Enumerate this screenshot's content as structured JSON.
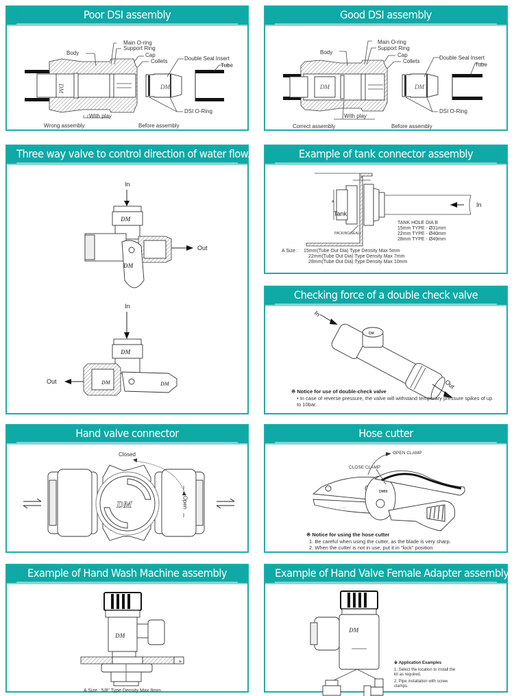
{
  "accent_color": "#0fa9a6",
  "panels": {
    "poor_dsi": {
      "title": "Poor DSI assembly",
      "labels": {
        "body": "Body",
        "main_oring": "Main O-ring",
        "support_ring": "Support Ring",
        "cap": "Cap",
        "collets": "Collets",
        "double_seal_insert": "Double Seal Insert",
        "tube": "Tube",
        "dsi_oring": "DSI O-Ring",
        "with_play": "With play",
        "left_caption": "Wrong assembly",
        "right_caption": "Before assembly",
        "logo": "DM"
      }
    },
    "good_dsi": {
      "title": "Good DSI assembly",
      "labels": {
        "body": "Body",
        "main_oring": "Main O-ring",
        "support_ring": "Support Ring",
        "cap": "Cap",
        "collets": "Collets",
        "double_seal_insert": "Double Seal Insert",
        "tube": "Tube",
        "dsi_oring": "DSI O-Ring",
        "with_play": "With play",
        "left_caption": "Correct assembly",
        "right_caption": "Before assembly",
        "logo": "DM"
      }
    },
    "three_way": {
      "title": "Three way valve to control direction of water flow.",
      "top": {
        "in": "In",
        "out": "Out"
      },
      "bottom": {
        "in": "In",
        "out": "Out"
      },
      "logo": "DM"
    },
    "tank": {
      "title": "Example of tank connector assembly",
      "in_label": "In",
      "tank_label": "Tank",
      "packing_label": "PACKING(SEAL)",
      "a_mark": "A",
      "b_mark": "B",
      "hole_title": "TANK HOLE DIA B",
      "hole_specs": [
        "15mm TYPE - Ø31mm",
        "22mm TYPE - Ø40mm",
        "28mm TYPE - Ø49mm"
      ],
      "a_size_prefix": "A Size :",
      "a_size_specs": [
        "15mm(Tube Out Dia)  Type Density Max 5mm",
        "22mm(Tube Out Dia)  Type Density Max 7mm",
        "28mm(Tube Out Dia)  Type Density Max 10mm"
      ]
    },
    "double_check": {
      "title": "Checking force of a double check valve",
      "in_label": "In",
      "out_label": "Out",
      "logo": "DM",
      "notice_mark": "※",
      "notice_title": "Notice for use of double-check valve",
      "notice_items": [
        "In case of reverse pressure, the valve will withstand temporary pressure spikes of up to 10bar."
      ]
    },
    "hand_valve": {
      "title": "Hand valve connector",
      "closed_label": "Closed",
      "open_label": "Open",
      "logo": "DM"
    },
    "hose_cutter": {
      "title": "Hose cutter",
      "open_clamp": "OPEN CLAMP",
      "close_clamp": "CLOSE CLAMP",
      "logo": "DMfit",
      "notice_mark": "※",
      "notice_title": "Notice for using the hose cutter",
      "notice_items": [
        "1. Be careful when using the cutter, as the blade is very sharp.",
        "2. When the cutter is not in use, put it in \"lock\" position."
      ]
    },
    "hand_wash": {
      "title": "Example of Hand Wash Machine assembly",
      "logo": "DM",
      "a_mark": "A",
      "caption": "A Size : 5/8\" Type Density Max 8mm"
    },
    "female_adapter": {
      "title": "Example of Hand Valve Female Adapter assembly",
      "logo": "DM",
      "notice_mark": "※",
      "notice_title": "Application Examples",
      "notice_items": [
        "1. Select the location to install the kit as required.",
        "2. Pipe installation with screw clamps."
      ]
    }
  }
}
